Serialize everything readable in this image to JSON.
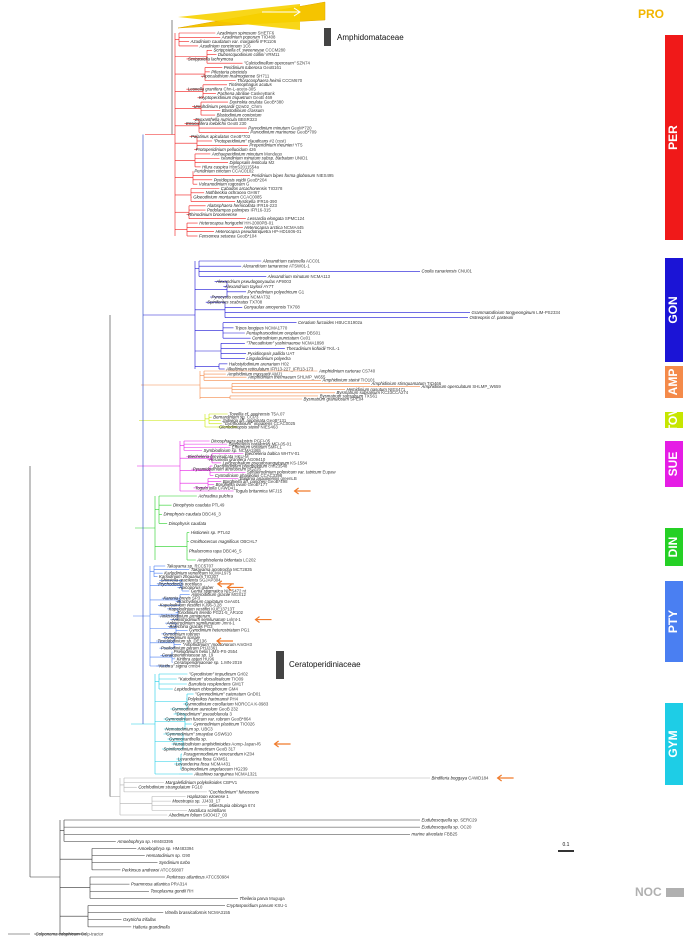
{
  "family_labels": {
    "amphidomataceae": "Amphidomataceae",
    "ceratoperidiniaceae": "Ceratoperidiniaceae"
  },
  "clades": [
    {
      "key": "PRO",
      "label": "PRO",
      "color": "#f2b600"
    },
    {
      "key": "PER",
      "label": "PER",
      "color": "#f01919"
    },
    {
      "key": "GON",
      "label": "GON",
      "color": "#1b14d6"
    },
    {
      "key": "AMP",
      "label": "AMP",
      "color": "#f48a4a"
    },
    {
      "key": "TOV",
      "label": "TOV",
      "color": "#c6e600"
    },
    {
      "key": "SUE",
      "label": "SUE",
      "color": "#e51de5"
    },
    {
      "key": "DIN",
      "label": "DIN",
      "color": "#25d025"
    },
    {
      "key": "PTY",
      "label": "PTY",
      "color": "#4a7ff2"
    },
    {
      "key": "GYM",
      "label": "GYM",
      "color": "#1ecde6"
    },
    {
      "key": "NOC",
      "label": "NOC",
      "color": "#b0b0b0"
    }
  ],
  "scale_bar": {
    "label": "0.1"
  },
  "leaves": [
    {
      "name": "Azadinium spinosum",
      "acc": "SHETF6",
      "clade": "PER"
    },
    {
      "name": "Azadinium poporum",
      "acc": "TIO408",
      "clade": "PER"
    },
    {
      "name": "Azadinium caudatum var. margalefii",
      "acc": "IFR1106",
      "clade": "PER"
    },
    {
      "name": "Azadinium concinnum",
      "acc": "1C6",
      "clade": "PER"
    },
    {
      "name": "Scrippsiella cf. sweeneyae",
      "acc": "CCCM280",
      "clade": "PER"
    },
    {
      "name": "Duboscquodinium collini",
      "acc": "VRM11",
      "clade": "PER"
    },
    {
      "name": "Scrippsiella lachrymosa",
      "acc": "",
      "clade": "PER"
    },
    {
      "name": "\"Calciodinellum operosum\"",
      "acc": "SZN74",
      "clade": "PER"
    },
    {
      "name": "Peridinium tuberosa",
      "acc": "GeoB161",
      "clade": "PER"
    },
    {
      "name": "Pfiesteria piscicida",
      "acc": "",
      "clade": "PER"
    },
    {
      "name": "Apocalathium malmogiense",
      "acc": "SH711",
      "clade": "PER"
    },
    {
      "name": "Thoracosphaera heimii",
      "acc": "CCCM670",
      "clade": "PER"
    },
    {
      "name": "Tintinnophagus acutus",
      "acc": "",
      "clade": "PER"
    },
    {
      "name": "Leonella granifera",
      "acc": "Chn-L-aceto-305",
      "clade": "PER"
    },
    {
      "name": "Pachena abriliae",
      "acc": "CaskeyBank",
      "clade": "PER"
    },
    {
      "name": "Kryptoperidinium triquetrum",
      "acc": "GeoB 469",
      "clade": "PER"
    },
    {
      "name": "Durinskia oculata",
      "acc": "GeoB*380",
      "clade": "PER"
    },
    {
      "name": "Unruhdinium penardii",
      "acc": "Qzw02_Chrm",
      "clade": "PER"
    },
    {
      "name": "Blastodinium crassum",
      "acc": "",
      "clade": "PER"
    },
    {
      "name": "Blastodinium contortum",
      "acc": "",
      "clade": "PER"
    },
    {
      "name": "Zooxanthella nutricula",
      "acc": "BBSR323",
      "clade": "PER"
    },
    {
      "name": "Ensiculifera loeblichii",
      "acc": "GeoB 230",
      "clade": "PER"
    },
    {
      "name": "Parvodinium minutum",
      "acc": "GeoM*720",
      "clade": "PER"
    },
    {
      "name": "Parvodinium marinense",
      "acc": "GeoB*709",
      "clade": "PER"
    },
    {
      "name": "Palatinus apiculatus",
      "acc": "GeoB*702",
      "clade": "PER"
    },
    {
      "name": "\"Protoperidinium\" claudicans",
      "acc": "#2 (cyst)",
      "clade": "PER"
    },
    {
      "name": "Preperidinium meunieri",
      "acc": "YT5",
      "clade": "PER"
    },
    {
      "name": "Protoperidinium pellucidum",
      "acc": "426",
      "clade": "PER"
    },
    {
      "name": "Archaeperidinium minutum",
      "acc": "Mondego",
      "clade": "PER"
    },
    {
      "name": "Islandinium minutum subsp. barbatum",
      "acc": "UNID1",
      "clade": "PER"
    },
    {
      "name": "Diplopsalis lenticula",
      "acc": "M2",
      "clade": "PER"
    },
    {
      "name": "Hlura caspica",
      "acc": "HbnS2011554a",
      "clade": "PER"
    },
    {
      "name": "Peridinium cinctum",
      "acc": "CCAC0102",
      "clade": "PER"
    },
    {
      "name": "Peridinium bipes forma globosum",
      "acc": "NIES495",
      "clade": "PER"
    },
    {
      "name": "Peridiopsis vojdii",
      "acc": "GeoB*204",
      "clade": "PER"
    },
    {
      "name": "Vulcanodinium rugosum",
      "acc": "G",
      "clade": "PER"
    },
    {
      "name": "Cabados arcachonensis",
      "acc": "TIO378",
      "clade": "PER"
    },
    {
      "name": "Nothbeckia ochracea",
      "acc": "GHI67",
      "clade": "PER"
    },
    {
      "name": "Gloeodinium montanum",
      "acc": "CCAC0085",
      "clade": "PER"
    },
    {
      "name": "Mysticella",
      "acc": "IFR16-390",
      "clade": "PER"
    },
    {
      "name": "Alatosphaera hemicollata",
      "acc": "IFR16-223",
      "clade": "PER"
    },
    {
      "name": "Podolampas palmipes",
      "acc": "IFR16-315",
      "clade": "PER"
    },
    {
      "name": "Rhinodinium broomeense",
      "acc": "",
      "clade": "PER"
    },
    {
      "name": "Lessardia elongata",
      "acc": "SPMC124",
      "clade": "PER"
    },
    {
      "name": "Heterocapsa horiguchii",
      "acc": "HH-2000PB-01",
      "clade": "PER"
    },
    {
      "name": "Heterocapsa arctica",
      "acc": "NCMA445",
      "clade": "PER"
    },
    {
      "name": "Heterocapsa pseudotriquetra",
      "acc": "HP-HD1606-01",
      "clade": "PER"
    },
    {
      "name": "Fensomea setacea",
      "acc": "GeoB*104",
      "clade": "PER"
    },
    {
      "name": "Alexandrium catenella",
      "acc": "ACC01",
      "clade": "GON"
    },
    {
      "name": "Alexandrium tamarense",
      "acc": "ATSW01-1",
      "clade": "GON"
    },
    {
      "name": "Coolia canariensis",
      "acc": "CNU01",
      "clade": "GON"
    },
    {
      "name": "Alexandrium minutum",
      "acc": "NCMA113",
      "clade": "GON"
    },
    {
      "name": "Alexandrium pseudogonyaulax",
      "acc": "AP9003",
      "clade": "GON"
    },
    {
      "name": "Alexandrium taylorii",
      "acc": "AY7T",
      "clade": "GON"
    },
    {
      "name": "Pyrrhodinium polyedricum",
      "acc": "G1",
      "clade": "GON"
    },
    {
      "name": "Pyrocystis noctiluca",
      "acc": "NCMA732",
      "clade": "GON"
    },
    {
      "name": "Spiniferites scabratus",
      "acc": "TX708",
      "clade": "GON"
    },
    {
      "name": "Gonyaulax amoyensis",
      "acc": "TX708",
      "clade": "GON"
    },
    {
      "name": "Grammatodinium tongyeonginum",
      "acc": "LIM-PS2334",
      "clade": "GON"
    },
    {
      "name": "Ostreopsis cf. pasteurii",
      "acc": "",
      "clade": "GON"
    },
    {
      "name": "Ceratium furcoides",
      "acc": "HBUCS1902a",
      "clade": "GON"
    },
    {
      "name": "Tripos longipes",
      "acc": "NCMA1770",
      "clade": "GON"
    },
    {
      "name": "Pentapharsodinium ovoplanum",
      "acc": "DBS01",
      "clade": "GON"
    },
    {
      "name": "Centrodinium punctatum",
      "acc": "Ce01",
      "clade": "GON"
    },
    {
      "name": "\"Thecadinium\" yashimaense",
      "acc": "NCMA1898",
      "clade": "GON"
    },
    {
      "name": "Thecadinium kofoidii",
      "acc": "TK/L-1",
      "clade": "GON"
    },
    {
      "name": "Pyxidinopsis pallida",
      "acc": "UAT",
      "clade": "GON"
    },
    {
      "name": "Lingulodinium polyedra",
      "acc": "",
      "clade": "GON"
    },
    {
      "name": "Halostylodinium arenarium",
      "acc": "H02",
      "clade": "GON"
    },
    {
      "name": "Alkeltinium reticulatum",
      "acc": "IFR13-227_IFR13-173",
      "clade": "GON"
    },
    {
      "name": "Amphidinium carterae",
      "acc": "CS740",
      "clade": "AMP"
    },
    {
      "name": "Amphidinium massartii",
      "acc": "AMJ1",
      "clade": "AMP"
    },
    {
      "name": "Amphidinium thermaeum",
      "acc": "SHLMP_W655",
      "clade": "AMP"
    },
    {
      "name": "Amphidinium steinii",
      "acc": "TIO101",
      "clade": "AMP"
    },
    {
      "name": "Amphidinium stirsquamatum",
      "acc": "TIO466",
      "clade": "AMP"
    },
    {
      "name": "Amphidinium operculatum",
      "acc": "SHLMP_W659",
      "clade": "AMP"
    },
    {
      "name": "Hemidinium nasutum",
      "acc": "NIES471",
      "clade": "AMP"
    },
    {
      "name": "Bysmatrum subsalsum",
      "acc": "KC33CCA274",
      "clade": "AMP"
    },
    {
      "name": "Bysmatrum subsalsum",
      "acc": "TXS61",
      "clade": "AMP"
    },
    {
      "name": "Bysmatrum granulosum",
      "acc": "SPE04",
      "clade": "AMP"
    },
    {
      "name": "Tovellia cf. aveirensis",
      "acc": "T5A.07",
      "clade": "TOV"
    },
    {
      "name": "Bernardinium sp.",
      "acc": "CCP3",
      "clade": "TOV"
    },
    {
      "name": "Jadwiga aff. applanata",
      "acc": "GeoB*131",
      "clade": "TOV"
    },
    {
      "name": "\"Gymnodinium\" impatiens",
      "acc": "CCAC0025",
      "clade": "TOV"
    },
    {
      "name": "Glenodiniopsis steinii",
      "acc": "NIES463",
      "clade": "TOV"
    },
    {
      "name": "Dinosphaera palustris",
      "acc": "PGFI-05",
      "clade": "SUE"
    },
    {
      "name": "Biecheleria natalensis",
      "acc": "MFI-05-01",
      "clade": "SUE"
    },
    {
      "name": "Effrenium voratum",
      "acc": "SMFL1",
      "clade": "SUE"
    },
    {
      "name": "Symbiodinium sp.",
      "acc": "NCMA2465",
      "clade": "SUE"
    },
    {
      "name": "Biecheleria baltica",
      "acc": "WHTV-01",
      "clade": "SUE"
    },
    {
      "name": "Biecheleria brevisulcata",
      "acc": "HKU-M",
      "clade": "SUE"
    },
    {
      "name": "Ansanella granifera",
      "acc": "AG09410",
      "clade": "SUE"
    },
    {
      "name": "Leiocephalium pseudosanguineum",
      "acc": "KS-1584",
      "clade": "SUE"
    },
    {
      "name": "Dactylodinium pterobelotum",
      "acc": "cnh23548",
      "clade": "SUE"
    },
    {
      "name": "Pyramidodinium atrofuscum",
      "acc": "HG226",
      "clade": "SUE"
    },
    {
      "name": "Sphaerodinium polonicum var. tatricum",
      "acc": "Eupaw",
      "clade": "SUE"
    },
    {
      "name": "Cystodinium phaseolus",
      "acc": "CCAC3398",
      "clade": "SUE"
    },
    {
      "name": "Baldinia anauniensis",
      "acc": "greenLB",
      "clade": "SUE"
    },
    {
      "name": "Borghiella aff. pascheri",
      "acc": "GeoB*498",
      "clade": "SUE"
    },
    {
      "name": "Borghiella ovum",
      "acc": "GeoB*177",
      "clade": "SUE"
    },
    {
      "name": "Togula jolla",
      "acc": "CAWD41",
      "clade": "SUE"
    },
    {
      "name": "Togula britannica",
      "acc": "MFJ15",
      "clade": "SUE"
    },
    {
      "name": "Achradina pulchra",
      "acc": "",
      "clade": "DIN"
    },
    {
      "name": "Dinophysis caudata",
      "acc": "PTL49",
      "clade": "DIN"
    },
    {
      "name": "Dinophysis caudata",
      "acc": "DBC46_3",
      "clade": "DIN"
    },
    {
      "name": "Dinophysis caudata",
      "acc": "",
      "clade": "DIN"
    },
    {
      "name": "Histioneis sp.",
      "acc": "PTL62",
      "clade": "DIN"
    },
    {
      "name": "Ornithocercus magnificus",
      "acc": "OBCHL7",
      "clade": "DIN"
    },
    {
      "name": "Phalacroma rapa",
      "acc": "DBC46_5",
      "clade": "DIN"
    },
    {
      "name": "Amphisolenia bidentata",
      "acc": "LC202",
      "clade": "DIN"
    },
    {
      "name": "Takayama sp.",
      "acc": "RCC5707",
      "clade": "PTY"
    },
    {
      "name": "Takayama acrotrocha",
      "acc": "MCT2835",
      "clade": "PTY"
    },
    {
      "name": "Karlodinium veneficum",
      "acc": "NCMA1975",
      "clade": "PTY"
    },
    {
      "name": "Karlodinium zhouanum",
      "acc": "TIO307",
      "clade": "PTY"
    },
    {
      "name": "Shimiella gracilenta",
      "acc": "SGJAP304",
      "clade": "PTY"
    },
    {
      "name": "Ptychodiscus noctiluca",
      "acc": "",
      "clade": "PTY"
    },
    {
      "name": "Apicoporus glaber",
      "acc": "",
      "clade": "PTY"
    },
    {
      "name": "Gertia stigmatica",
      "acc": "NIES472 nt",
      "clade": "PTY"
    },
    {
      "name": "Asterodinium gracile",
      "acc": "MGS12",
      "clade": "PTY"
    },
    {
      "name": "Karenia brevis",
      "acc": "SP3",
      "clade": "PTY"
    },
    {
      "name": "Brachydinium capitatum",
      "acc": "GeAs01",
      "clade": "PTY"
    },
    {
      "name": "Kapelodinium vestifici",
      "acc": "KJ96-3.28",
      "clade": "PTY"
    },
    {
      "name": "Kapelodinium vestifici",
      "acc": "KUE13713T",
      "clade": "PTY"
    },
    {
      "name": "Torodinium teredo",
      "acc": "PG21-5_AR102",
      "clade": "PTY"
    },
    {
      "name": "Ankistrodinium armigerum",
      "acc": "",
      "clade": "PTY"
    },
    {
      "name": "Ankistrodinium semilunatum",
      "acc": "Lvlmt-1",
      "clade": "PTY"
    },
    {
      "name": "Ankistrodinium semilunatum",
      "acc": "Jmnt-1",
      "clade": "PTY"
    },
    {
      "name": "Balechina gracilis",
      "acc": "PG3",
      "clade": "PTY"
    },
    {
      "name": "Gyrodinium heterostriatum",
      "acc": "PG1",
      "clade": "PTY"
    },
    {
      "name": "Gyrodinium rubrum",
      "acc": "",
      "clade": "PTY"
    },
    {
      "name": "Gyrodinium spirale",
      "acc": "",
      "clade": "PTY"
    },
    {
      "name": "Testudodinium sp.",
      "acc": "DE136",
      "clade": "PTY"
    },
    {
      "name": "\"Amphidinium\" mootonorum",
      "acc": "AmGH3",
      "clade": "PTY"
    },
    {
      "name": "Pseliodinium perum",
      "acc": "PHJ2361",
      "clade": "PTY"
    },
    {
      "name": "Pseliodinium helix",
      "acc": "LIMS-PS-2554",
      "clade": "PTY"
    },
    {
      "name": "Ceratoperidiniaceae sp.",
      "acc": "19",
      "clade": "PTY"
    },
    {
      "name": "Kirithra asteri",
      "acc": "HU96",
      "clade": "PTY"
    },
    {
      "name": "Ceratoperidiniaceae sp.",
      "acc": "1.MN-2019",
      "clade": "PTY"
    },
    {
      "name": "\"Kirithra\" sigma",
      "acc": "crmb4",
      "clade": "PTY"
    },
    {
      "name": "\"Gyrodinium\" impudicum",
      "acc": "GrI02",
      "clade": "GYM"
    },
    {
      "name": "\"Katodinium\" dorsalisulcum",
      "acc": "TIO09",
      "clade": "GYM"
    },
    {
      "name": "Barrufeta resplendens",
      "acc": "GM1T",
      "clade": "GYM"
    },
    {
      "name": "Lepidodinium chlorophorum",
      "acc": "GM4",
      "clade": "GYM"
    },
    {
      "name": "\"Gymnodinium\" catenatum",
      "acc": "GnD01",
      "clade": "GYM"
    },
    {
      "name": "Polykrikos hartmannii",
      "acc": "PH4",
      "clade": "GYM"
    },
    {
      "name": "Gymnodinium corollarium",
      "acc": "NORCCA K-0983",
      "clade": "GYM"
    },
    {
      "name": "Gymnodinium aureolum",
      "acc": "GeoB 232",
      "clade": "GYM"
    },
    {
      "name": "\"Dissodinium\" pseudolunula",
      "acc": "3",
      "clade": "GYM"
    },
    {
      "name": "Gymnodinium fuscum var. rubrum",
      "acc": "GeoB*864",
      "clade": "GYM"
    },
    {
      "name": "Gymnodinium plasticum",
      "acc": "TIO026",
      "clade": "GYM"
    },
    {
      "name": "Nematodinium sp.",
      "acc": "UBC3",
      "clade": "GYM"
    },
    {
      "name": "\"Gymnodinium\" smaydae",
      "acc": "GSW610",
      "clade": "GYM"
    },
    {
      "name": "Gymnoxanthella sp.",
      "acc": "",
      "clade": "GYM"
    },
    {
      "name": "Nusuttodinium amphidinioides",
      "acc": "Aomp-Japan-f6",
      "clade": "GYM"
    },
    {
      "name": "Spiniferodinium limneticum",
      "acc": "GeoB 317",
      "clade": "GYM"
    },
    {
      "name": "Paragymnodinium verecundum",
      "acc": "KZ04",
      "clade": "GYM"
    },
    {
      "name": "Levanderina fissa",
      "acc": "GXMS1",
      "clade": "GYM"
    },
    {
      "name": "Levanderina fissa",
      "acc": "NCMA431",
      "clade": "GYM"
    },
    {
      "name": "Bispinodinium angelaceum",
      "acc": "HG239",
      "clade": "GYM"
    },
    {
      "name": "Akashiwo sanguinea",
      "acc": "NCMA1321",
      "clade": "GYM"
    },
    {
      "name": "Bindiferia boggaya",
      "acc": "CAWD184",
      "clade": "NOC"
    },
    {
      "name": "Margalefidinium polykrikoides",
      "acc": "CBPV1",
      "clade": "NOC"
    },
    {
      "name": "Cochlodinium strangulatum",
      "acc": "FG10",
      "clade": "NOC"
    },
    {
      "name": "\"Cochlodinium\" fulvescens",
      "acc": "",
      "clade": "NOC"
    },
    {
      "name": "Haplozoon ezoense",
      "acc": "1",
      "clade": "NOC"
    },
    {
      "name": "Moestrupia sp.",
      "acc": "JJ433_17",
      "clade": "NOC"
    },
    {
      "name": "Moestrupia oblonga",
      "acc": "674",
      "clade": "NOC"
    },
    {
      "name": "Noctiluca scintillans",
      "acc": "",
      "clade": "NOC"
    },
    {
      "name": "Abedinium folium",
      "acc": "SIO0417_03",
      "clade": "NOC"
    },
    {
      "name": "Euduboscquella sp.",
      "acc": "SERC29",
      "clade": "OUT"
    },
    {
      "name": "Euduboscquella sp.",
      "acc": "OC20",
      "clade": "OUT"
    },
    {
      "name": "marine alveolate",
      "acc": "FBB25",
      "clade": "OUT"
    },
    {
      "name": "Amoebophrya sp.",
      "acc": "HM483395",
      "clade": "OUT"
    },
    {
      "name": "Amoebophrya sp.",
      "acc": "HM483394",
      "clade": "OUT"
    },
    {
      "name": "Hematodinium sp.",
      "acc": "G90",
      "clade": "OUT"
    },
    {
      "name": "Syndinium turbo",
      "acc": "",
      "clade": "OUT"
    },
    {
      "name": "Perkinsus andrewsi",
      "acc": "ATCC50807",
      "clade": "OUT"
    },
    {
      "name": "Perkinsus atlanticus",
      "acc": "ATCC50984",
      "clade": "OUT"
    },
    {
      "name": "Psammosa atlantica",
      "acc": "PRA314",
      "clade": "OUT"
    },
    {
      "name": "Toxoplasma gondii",
      "acc": "RH",
      "clade": "OUT"
    },
    {
      "name": "Theileria parva",
      "acc": "Muguga",
      "clade": "OUT"
    },
    {
      "name": "Cryptosporidium parvum",
      "acc": "KSU-1",
      "clade": "OUT"
    },
    {
      "name": "Vitrella brassicaformis",
      "acc": "NCMA3155",
      "clade": "OUT"
    },
    {
      "name": "Oxytricha trifallax",
      "acc": "",
      "clade": "OUT"
    },
    {
      "name": "Halteria grandinella",
      "acc": "",
      "clade": "OUT"
    },
    {
      "name": "Colponema edaphicum",
      "acc": "Colp-tractor",
      "clade": "OUT"
    }
  ],
  "colors": {
    "OUT": "#333333",
    "arrow": "#f07a2a",
    "black_box": "#444444"
  }
}
